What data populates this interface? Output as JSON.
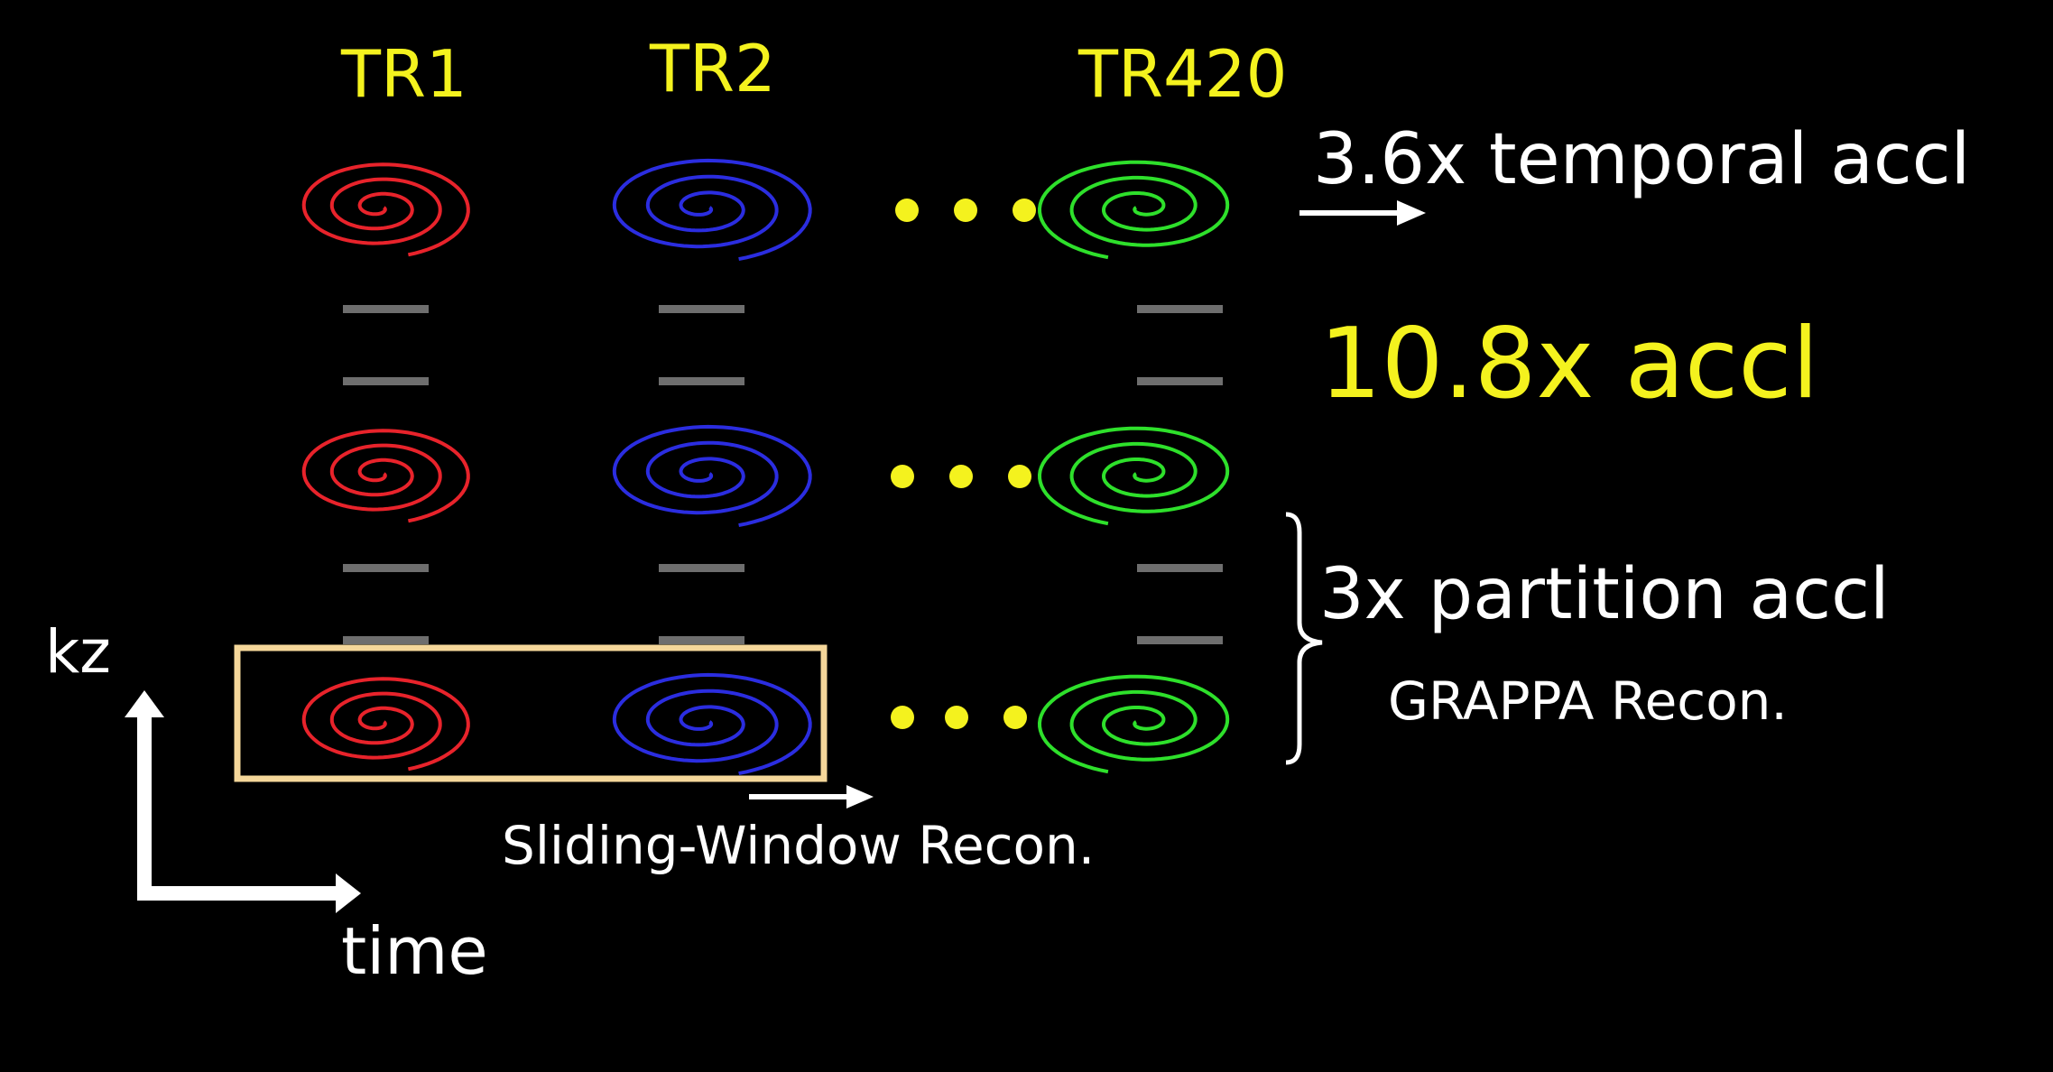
{
  "columns": [
    {
      "label": "TR1"
    },
    {
      "label": "TR2"
    },
    {
      "label": "TR420"
    }
  ],
  "ellipsis": "• • •",
  "annotations": {
    "temporal": "3.6x temporal accl",
    "total": "10.8x accl",
    "partition": "3x partition accl",
    "grappa": "GRAPPA Recon.",
    "sliding": "Sliding-Window Recon."
  },
  "axes": {
    "y": "kz",
    "x": "time"
  },
  "colors": {
    "background": "#000000",
    "tr1_spiral": "#e8232b",
    "tr2_spiral": "#2b2de0",
    "tr420_spiral": "#2ee02b",
    "label_yellow": "#f4f21e",
    "dash_gray": "#6e6e6e",
    "window_box": "#f5d79a",
    "arrow_white": "#ffffff"
  }
}
